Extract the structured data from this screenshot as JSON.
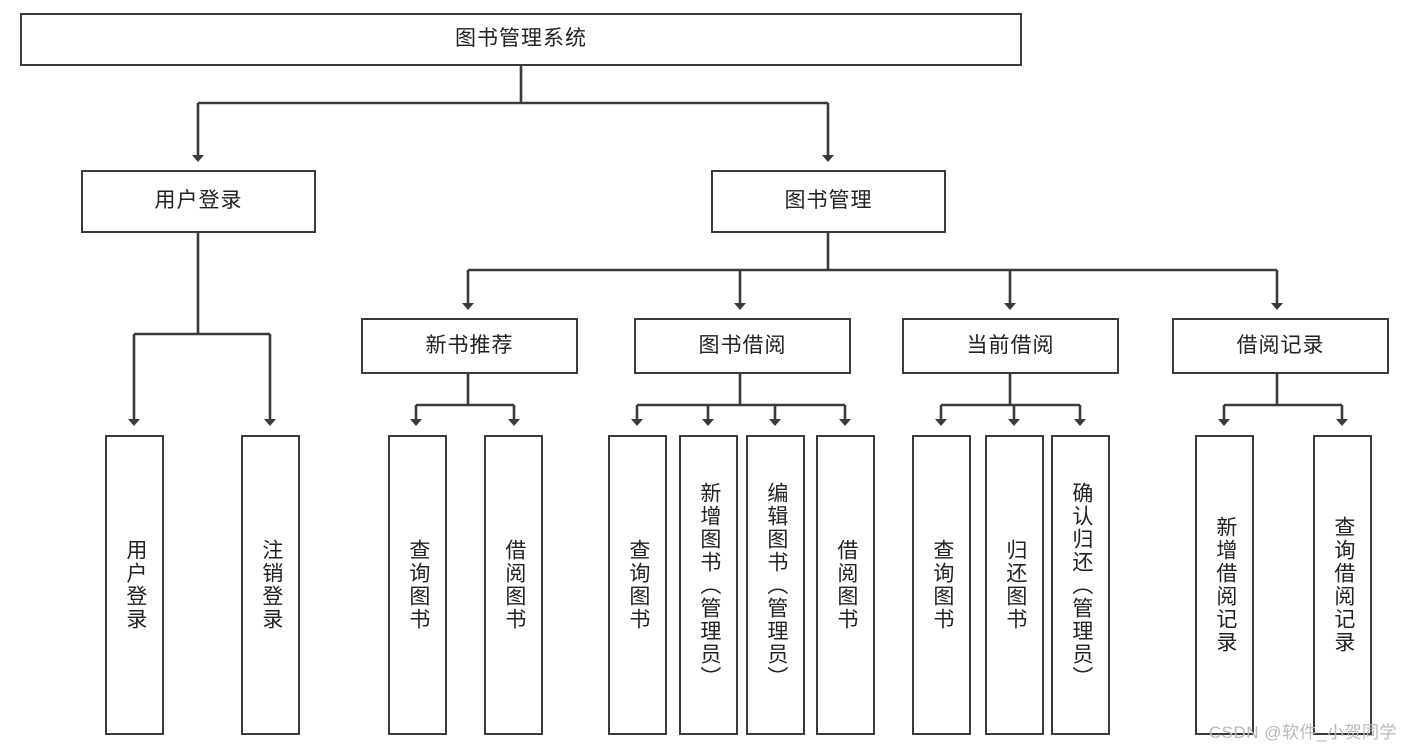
{
  "diagram": {
    "title_node": {
      "label": "图书管理系统"
    },
    "level2": [
      {
        "label": "用户登录"
      },
      {
        "label": "图书管理"
      }
    ],
    "level3": [
      {
        "label": "新书推荐"
      },
      {
        "label": "图书借阅"
      },
      {
        "label": "当前借阅"
      },
      {
        "label": "借阅记录"
      }
    ],
    "leaves": {
      "user_login": [
        {
          "label": "用户登录"
        },
        {
          "label": "注销登录"
        }
      ],
      "new_book_recommend": [
        {
          "label": "查询图书"
        },
        {
          "label": "借阅图书"
        }
      ],
      "book_borrow": [
        {
          "label": "查询图书"
        },
        {
          "label": "新增图书（管理员）"
        },
        {
          "label": "编辑图书（管理员）"
        },
        {
          "label": "借阅图书"
        }
      ],
      "current_borrow": [
        {
          "label": "查询图书"
        },
        {
          "label": "归还图书"
        },
        {
          "label": "确认归还（管理员）"
        }
      ],
      "borrow_record": [
        {
          "label": "新增借阅记录"
        },
        {
          "label": "查询借阅记录"
        }
      ]
    }
  },
  "watermark": {
    "text": "CSDN @软件_小贺同学"
  },
  "colors": {
    "line": "#3a3a3a",
    "box_border": "#3a3a3a",
    "background": "#ffffff",
    "watermark": "#b9b9b9"
  }
}
